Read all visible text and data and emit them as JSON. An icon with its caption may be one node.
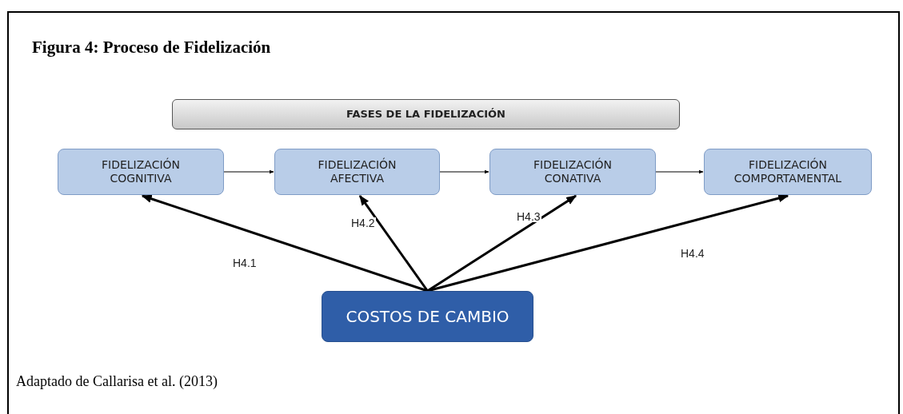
{
  "diagram": {
    "title": "Figura 4: Proceso de Fidelización",
    "caption": "Adaptado de Callarisa et al. (2013)",
    "nodes": [
      {
        "text": [
          "FASES DE LA FIDELIZACIÓN"
        ]
      },
      {
        "text": [
          "FIDELIZACIÓN COGNITIVA"
        ]
      },
      {
        "text": [
          "FIDELIZACIÓN AFECTIVA"
        ]
      },
      {
        "text": [
          "FIDELIZACIÓN CONATIVA"
        ]
      },
      {
        "text": [
          "FIDELIZACIÓN COMPORTAMENTAL"
        ]
      },
      {
        "text": [
          "COSTOS DE CAMBIO"
        ]
      }
    ],
    "edges": [
      {
        "from": 1,
        "to": 2,
        "arrow": "to"
      },
      {
        "from": 2,
        "to": 3,
        "arrow": "to"
      },
      {
        "from": 3,
        "to": 4,
        "arrow": "to"
      },
      {
        "from": 5,
        "to": 1,
        "arrow": "to",
        "label": "H4.1"
      },
      {
        "from": 5,
        "to": 2,
        "arrow": "to",
        "label": "H4.2"
      },
      {
        "from": 5,
        "to": 3,
        "arrow": "to",
        "label": "H4.3"
      },
      {
        "from": 5,
        "to": 4,
        "arrow": "to",
        "label": "H4.4"
      }
    ]
  }
}
